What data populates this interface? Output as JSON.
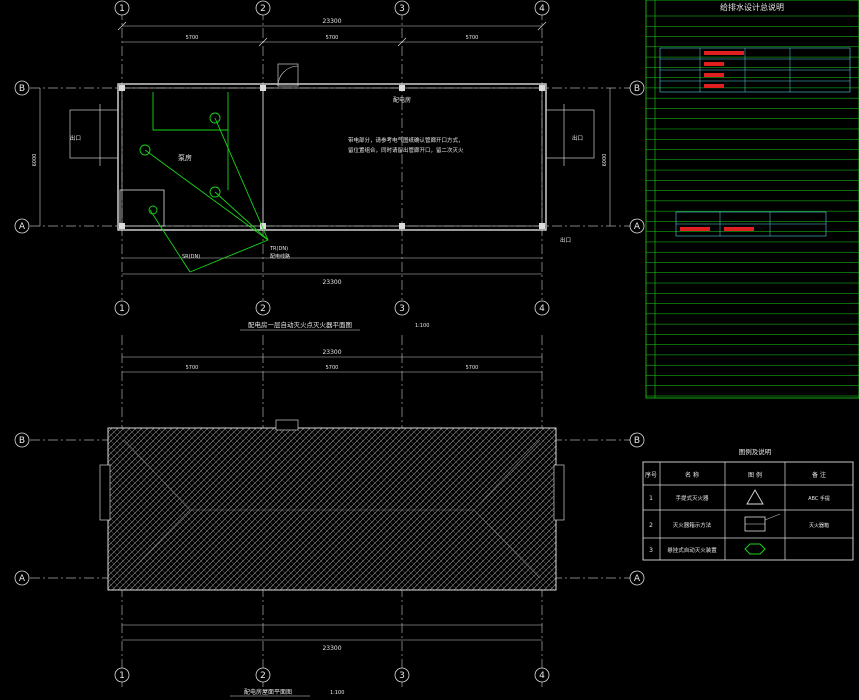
{
  "grid_axes": {
    "columns": [
      "1",
      "2",
      "3",
      "4"
    ],
    "rows": [
      "B",
      "A"
    ]
  },
  "plan_top": {
    "overall_dim": "23300",
    "bay_dims": [
      "5700",
      "5700",
      "5700"
    ],
    "depth_dim": "6000",
    "title": "配电房一层自动灭火点灭火器平面图",
    "scale": "1:100",
    "center_note_line1": "带电部分，请参考电气图纸确认管廊开口方式，",
    "center_note_line2": "留位置组合，同时请留出管廊开口，留二次灭火",
    "room_labels": [
      "泵房",
      "配电房"
    ],
    "leader_labels": [
      "SR(DN)",
      "TR(DN)",
      "配电线路"
    ],
    "side_notes": [
      "出口",
      "出口",
      "出口"
    ]
  },
  "plan_bottom": {
    "title": "配电房屋面平面图",
    "scale": "1:100",
    "overall_dim": "23300",
    "bay_dims": [
      "5700",
      "5700",
      "5700"
    ]
  },
  "legend": {
    "title": "图例及说明",
    "headers": [
      "序号",
      "名 称",
      "图 例",
      "备 注"
    ],
    "rows": [
      {
        "no": "1",
        "name": "手提式灭火器",
        "symbol": "triangle",
        "note": "ABC  手提"
      },
      {
        "no": "2",
        "name": "灭火器箱示方法",
        "symbol": "box",
        "note": "灭火器箱"
      },
      {
        "no": "3",
        "name": "悬挂式自动灭火装置",
        "symbol": "hexagon",
        "note": ""
      }
    ]
  },
  "notes_panel": {
    "title": "给排水设计总说明",
    "rule_count": 38
  },
  "colors": {
    "background": "#000000",
    "line": "#e8e8e8",
    "accent": "#19d419",
    "red": "#e02020",
    "cyan": "#4fd0e0"
  }
}
